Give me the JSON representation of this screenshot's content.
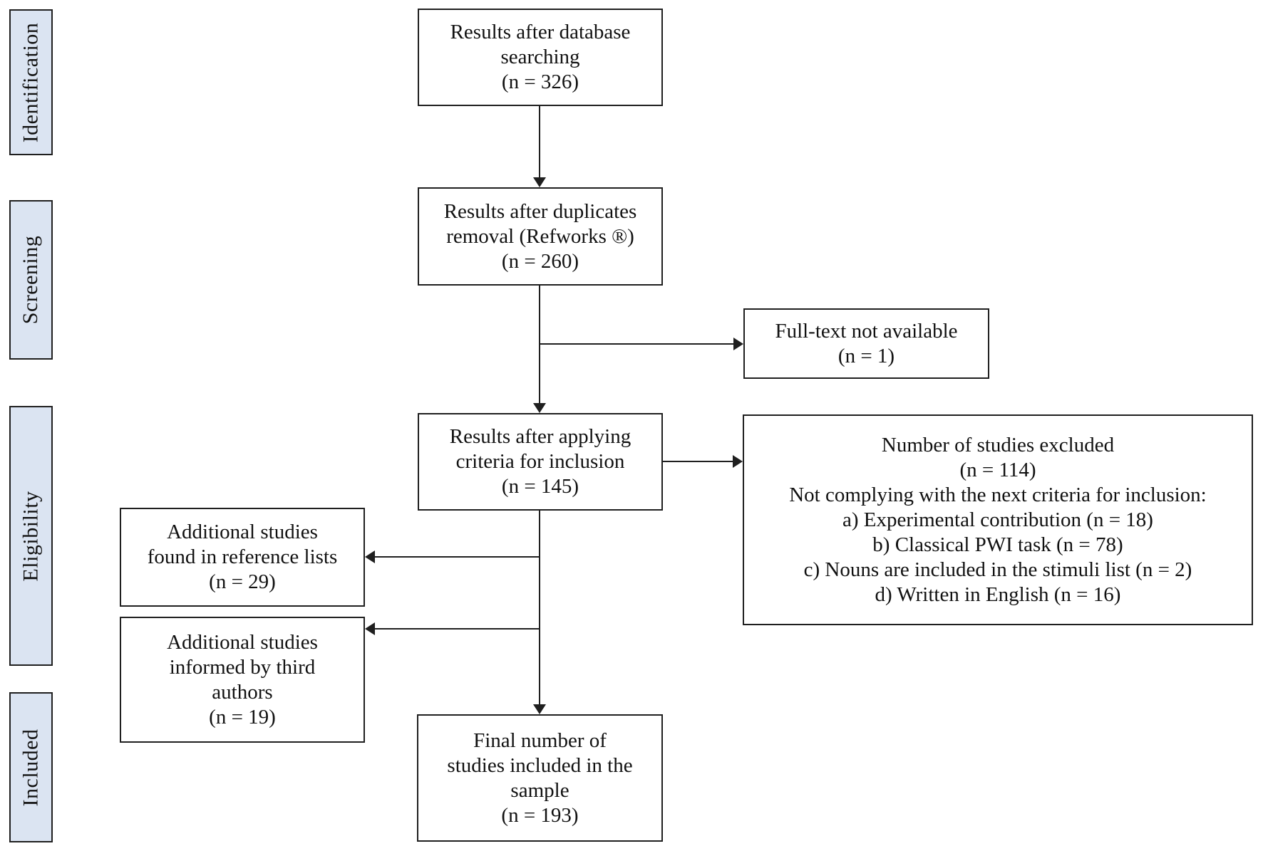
{
  "stages": {
    "identification": "Identification",
    "screening": "Screening",
    "eligibility": "Eligibility",
    "included": "Included"
  },
  "boxes": {
    "database_search": "Results after database\nsearching\n(n = 326)",
    "duplicates_removal": "Results after duplicates\nremoval (Refworks ®)\n(n = 260)",
    "fulltext_unavailable": "Full-text not available\n(n = 1)",
    "inclusion_criteria": "Results after applying\ncriteria for inclusion\n(n = 145)",
    "studies_excluded": "Number of studies excluded\n(n = 114)\nNot complying with the next criteria for inclusion:\na)  Experimental contribution (n = 18)\nb)  Classical PWI task (n = 78)\nc)  Nouns are included in the stimuli list (n = 2)\nd)  Written in English (n = 16)",
    "reference_lists": "Additional studies\nfound in reference lists\n(n = 29)",
    "third_authors": "Additional studies\ninformed by third\nauthors\n(n = 19)",
    "final_sample": "Final number of\nstudies included in the\nsample\n(n = 193)"
  },
  "colors": {
    "stage_fill": "#dbe4f2",
    "box_border": "#1f1f1f",
    "text": "#111111",
    "background": "#ffffff"
  }
}
